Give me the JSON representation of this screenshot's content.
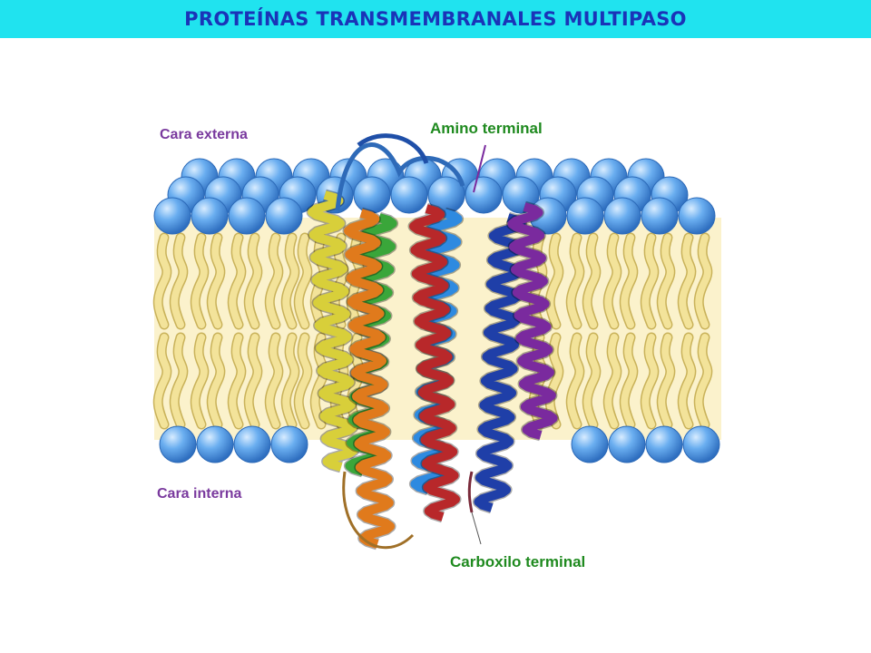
{
  "title": "PROTEÍNAS TRANSMEMBRANALES MULTIPASO",
  "labels": {
    "outer_face": "Cara externa",
    "inner_face": "Cara interna",
    "amino_terminal": "Amino terminal",
    "carboxyl_terminal": "Carboxilo terminal"
  },
  "colors": {
    "title_bar": "#20e3ef",
    "title_text": "#1a34b8",
    "face_labels": "#7a3a9e",
    "terminal_labels": "#1f8a1f",
    "lipid_head": "#5aa0e8",
    "lipid_tail": "#f3e39a",
    "helices": [
      "#d8cf3a",
      "#e07a1c",
      "#3aa63a",
      "#b8282a",
      "#2e8ae0",
      "#1f3fa8",
      "#7a2a9e"
    ]
  }
}
